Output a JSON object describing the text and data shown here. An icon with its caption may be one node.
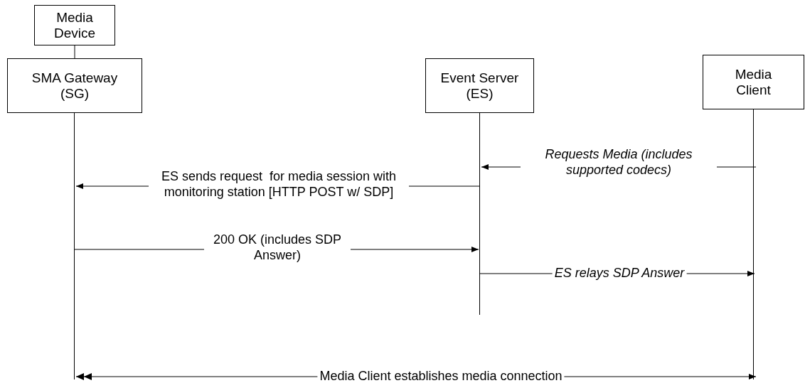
{
  "diagram": {
    "nodes": [
      {
        "text": [
          "Media Device"
        ]
      },
      {
        "text": [
          "SMA Gateway (SG)"
        ]
      },
      {
        "text": [
          "Event Server (ES)"
        ]
      },
      {
        "text": [
          "Media Client"
        ]
      }
    ],
    "edges": [
      {
        "from": 0,
        "to": 1,
        "arrow": "none"
      },
      {
        "from": 3,
        "to": 2,
        "arrow": "to",
        "label": "Requests Media (includes supported codecs)"
      },
      {
        "from": 2,
        "to": 1,
        "arrow": "to",
        "label": "ES sends request  for media session with monitoring station [HTTP POST w/ SDP]"
      },
      {
        "from": 1,
        "to": 2,
        "arrow": "to",
        "label": "200 OK (includes SDP Answer)"
      },
      {
        "from": 2,
        "to": 3,
        "arrow": "to",
        "label": "ES relays SDP Answer"
      },
      {
        "from": 3,
        "to": 1,
        "arrow": "both",
        "label": "Media Client establishes media connection"
      }
    ]
  }
}
